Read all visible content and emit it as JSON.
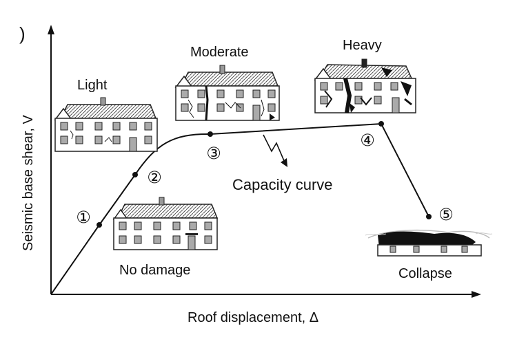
{
  "corner_mark": ")",
  "axes": {
    "y_label": "Seismic base shear, V",
    "x_label": "Roof displacement, Δ"
  },
  "curve_label": "Capacity curve",
  "points": [
    {
      "id": "1",
      "label": "①"
    },
    {
      "id": "2",
      "label": "②"
    },
    {
      "id": "3",
      "label": "③"
    },
    {
      "id": "4",
      "label": "④"
    },
    {
      "id": "5",
      "label": "⑤"
    }
  ],
  "damage_states": {
    "no_damage": "No damage",
    "light": "Light",
    "moderate": "Moderate",
    "heavy": "Heavy",
    "collapse": "Collapse"
  }
}
